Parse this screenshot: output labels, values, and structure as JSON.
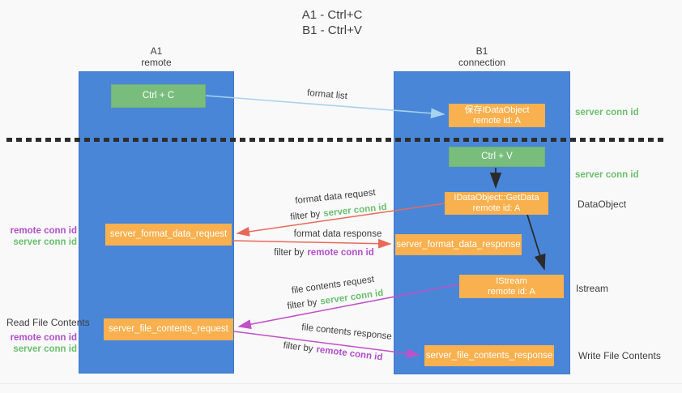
{
  "title": {
    "line1": "A1 - Ctrl+C",
    "line2": "B1 - Ctrl+V"
  },
  "columns": {
    "left": {
      "name": "A1",
      "subtitle": "remote"
    },
    "right": {
      "name": "B1",
      "subtitle": "connection"
    }
  },
  "boxes": {
    "ctrl_c": "Ctrl + C",
    "ctrl_v": "Ctrl + V",
    "save_idataobject": {
      "line1": "保存IDataObject",
      "line2": "remote id: A"
    },
    "getdata": {
      "line1": "IDataObject::GetData",
      "line2": "remote id: A"
    },
    "istream": {
      "line1": "IStream",
      "line2": "remote id: A"
    },
    "format_request": "server_format_data_request",
    "format_response": "server_format_data_response",
    "file_request": "server_file_contents_request",
    "file_response": "server_file_contents_response"
  },
  "labels": {
    "server_conn_id": "server conn id",
    "remote_conn_id": "remote conn id",
    "dataobject": "DataObject",
    "istream": "Istream",
    "write_file_contents": "Write File Contents",
    "read_file_contents": "Read File Contents",
    "filter_by": "filter by"
  },
  "arrow_labels": {
    "format_list": "format list",
    "format_data_request": "format data request",
    "format_data_response": "format data response",
    "file_contents_request": "file contents request",
    "file_contents_response": "file contents response"
  },
  "colors": {
    "column_blue": "#4a86d8",
    "box_orange": "#f9b04e",
    "box_green": "#79bd7d",
    "arrow_light_blue": "#a8d2ee",
    "arrow_red": "#e8695a",
    "arrow_magenta": "#c050c8",
    "arrow_black": "#2b2b2b",
    "label_green": "#6abf6e",
    "label_purple": "#b14fc9",
    "text_dark": "#3d3d3d"
  }
}
